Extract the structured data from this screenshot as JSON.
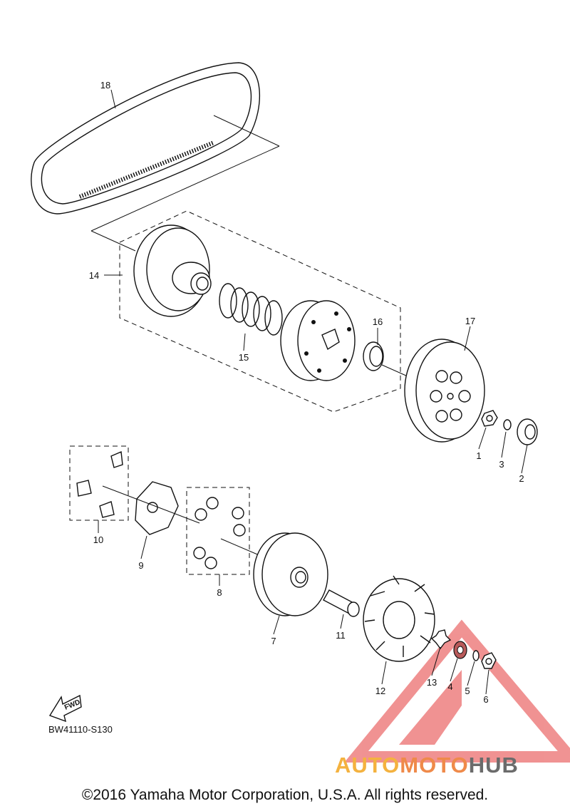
{
  "labels": [
    "18",
    "14",
    "15",
    "16",
    "17",
    "1",
    "3",
    "2",
    "10",
    "9",
    "8",
    "7",
    "11",
    "12",
    "13",
    "4",
    "5",
    "6"
  ],
  "fwd_label": "FWD",
  "diagram_code": "BW41110-S130",
  "copyright": "©2016 Yamaha Motor Corporation, U.S.A. All rights reserved.",
  "watermark": {
    "part1": "AUTO",
    "part2": "MOTO",
    "part3": "HUB"
  },
  "colors": {
    "watermark_red": "#e43a3a",
    "watermark_yellow": "#f4b23f",
    "watermark_orange": "#ef8a4a",
    "watermark_gray": "#6b6b6b"
  }
}
